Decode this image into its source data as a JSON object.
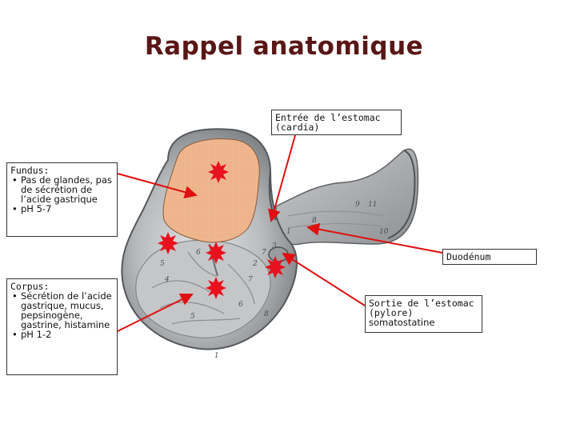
{
  "title": {
    "text": "Rappel anatomique",
    "color": "#5a1616"
  },
  "labels": {
    "cardia": {
      "head": "Entrée de l’estomac (cardia)"
    },
    "fundus": {
      "head": "Fundus:",
      "items": [
        "Pas de glandes, pas de sécrétion de l’acide gastrique",
        "pH 5-7"
      ]
    },
    "duodenum": {
      "head": "Duodénum"
    },
    "corpus": {
      "head": "Corpus:",
      "items": [
        "Sécrétion de l’acide gastrique, mucus, pepsinogène, gastrine, histamine",
        "pH 1-2"
      ]
    },
    "pylore": {
      "head": "Sortie de l’estomac (pylore)",
      "sub": "somatostatine"
    }
  },
  "figure_numbers": [
    "5",
    "6",
    "7",
    "8",
    "9",
    "10",
    "11",
    "1",
    "2",
    "3",
    "4",
    "5",
    "6",
    "7",
    "8",
    "1"
  ],
  "colors": {
    "arrow": "#e01010",
    "burst": "#e8121e",
    "fundus_fill": "#f0b48a",
    "stomach_wall": "#a9abad",
    "stomach_dark": "#6e7174",
    "stomach_light": "#d8d9da"
  }
}
